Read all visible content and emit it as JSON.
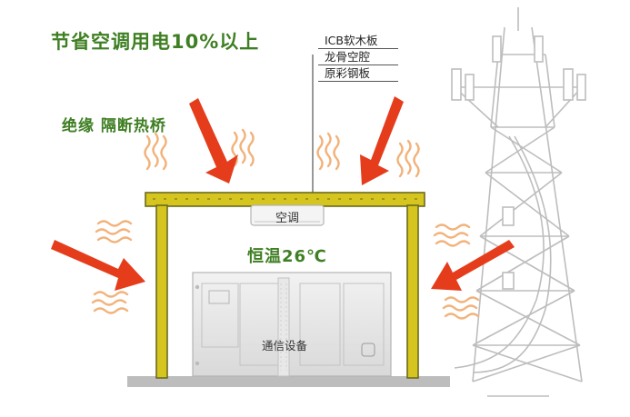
{
  "headline": "节省空调用电10%以上",
  "subheading": "绝缘 隔断热桥",
  "temperature": "恒温26℃",
  "wall_layers": [
    "ICB软木板",
    "龙骨空腔",
    "原彩钢板"
  ],
  "ac_label": "空调",
  "equipment_label": "通信设备",
  "colors": {
    "headline_green": "#3f7f23",
    "wall_insulation": "#d6c51e",
    "wall_outline": "#6a6a20",
    "arrow": "#e53d1c",
    "heat_wave": "#f2b27a",
    "tower": "#b9b9b9",
    "ground": "#bdbdbd"
  },
  "icons": [
    "heat-wave-icon",
    "heat-arrow-icon",
    "air-conditioner-icon",
    "cabinet-icon",
    "telecom-tower-icon"
  ]
}
